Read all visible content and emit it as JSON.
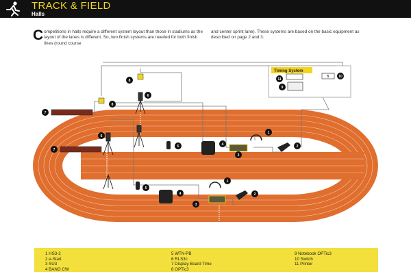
{
  "header": {
    "title": "TRACK & FIELD",
    "subtitle": "Halls",
    "logo_icon": "running-man-icon"
  },
  "intro": {
    "dropcap": "C",
    "left_text": "ompetitions in halls require a different system layout than those in stadiums as the layout of the lanes is different. So, two finish systems are needed for both finish lines (round course",
    "right_text": "and center sprint lane). These systems are based on the basic equipment as described on page 2 and 3."
  },
  "diagram": {
    "timing_system_label": "Timing System",
    "switch_label": "5",
    "marker_numbers": [
      "1",
      "2",
      "3",
      "4",
      "5",
      "6",
      "7",
      "8",
      "9",
      "10",
      "11"
    ]
  },
  "legend": {
    "col1": [
      "1  HS3-2",
      "2  e-Start",
      "3  SU3",
      "4  BANG CW"
    ],
    "col2": [
      "5  WTN-PB",
      "6  RLS3c",
      "7  Display Board Time",
      "8  OPTic3"
    ],
    "col3": [
      "9  Notebook OPTic3",
      "10  Switch",
      "11  Printer"
    ]
  },
  "colors": {
    "header_bg": "#111111",
    "accent_yellow": "#f3d51b",
    "track_orange": "#e06e2e",
    "infield_white": "#ffffff",
    "legend_bg": "#f3e03c"
  }
}
